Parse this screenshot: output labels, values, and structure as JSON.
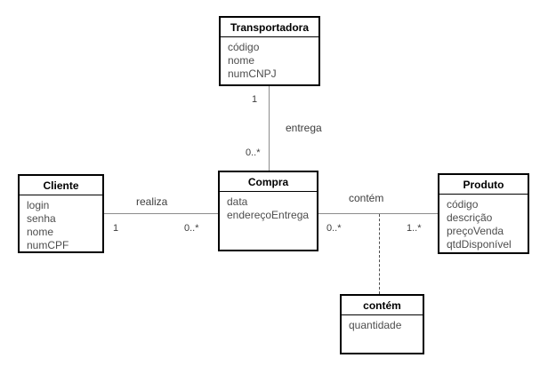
{
  "diagram": {
    "type": "uml-class-diagram",
    "background_color": "#ffffff",
    "box_border_color": "#000000",
    "line_color": "#8c8c8c",
    "text_color": "#4d4d4d"
  },
  "classes": [
    {
      "name": "Transportadora",
      "attributes": [
        "código",
        "nome",
        "numCNPJ"
      ]
    },
    {
      "name": "Cliente",
      "attributes": [
        "login",
        "senha",
        "nome",
        "numCPF"
      ]
    },
    {
      "name": "Compra",
      "attributes": [
        "data",
        "endereçoEntrega"
      ]
    },
    {
      "name": "Produto",
      "attributes": [
        "código",
        "descrição",
        "preçoVenda",
        "qtdDisponível"
      ]
    },
    {
      "name": "contém",
      "attributes": [
        "quantidade"
      ]
    }
  ],
  "associations": [
    {
      "name": "entrega",
      "from": "Transportadora",
      "to": "Compra",
      "from_multiplicity": "1",
      "to_multiplicity": "0..*"
    },
    {
      "name": "realiza",
      "from": "Cliente",
      "to": "Compra",
      "from_multiplicity": "1",
      "to_multiplicity": "0..*"
    },
    {
      "name": "contém",
      "from": "Compra",
      "to": "Produto",
      "from_multiplicity": "0..*",
      "to_multiplicity": "1..*",
      "association_class": "contém"
    }
  ]
}
